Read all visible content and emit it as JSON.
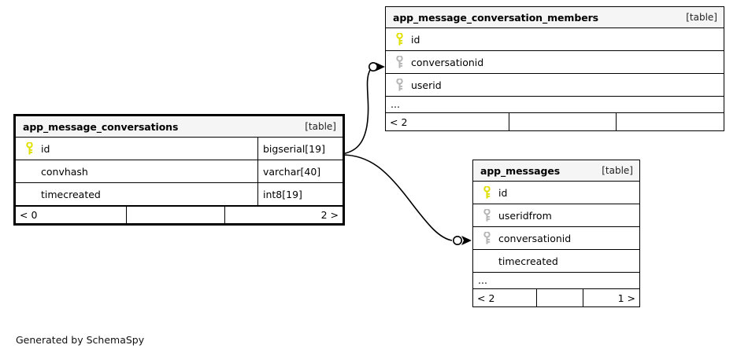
{
  "diagram": {
    "tool": "SchemaSpy",
    "credit": "Generated by SchemaSpy",
    "kind_label": "[table]",
    "ellipsis": "...",
    "colors": {
      "primary_key_icon": "#e8e800",
      "foreign_key_icon": "#b0b0b0",
      "header_background": "#f5f5f5",
      "border": "#000000",
      "background": "#ffffff",
      "edge": "#000000"
    },
    "icons": {
      "primary_key": "key-icon",
      "foreign_key": "key-icon"
    }
  },
  "tables": [
    {
      "id": "app_message_conversation_members",
      "name": "app_message_conversation_members",
      "kind": "[table]",
      "emphasized": false,
      "columns": [
        {
          "name": "id",
          "key": "primary",
          "type": ""
        },
        {
          "name": "conversationid",
          "key": "foreign",
          "type": ""
        },
        {
          "name": "userid",
          "key": "foreign",
          "type": ""
        }
      ],
      "has_more": true,
      "footer": [
        {
          "text": "< 2",
          "align": "left"
        },
        {
          "text": "",
          "align": "left"
        },
        {
          "text": "",
          "align": "right"
        }
      ]
    },
    {
      "id": "app_message_conversations",
      "name": "app_message_conversations",
      "kind": "[table]",
      "emphasized": true,
      "columns": [
        {
          "name": "id",
          "key": "primary",
          "type": "bigserial[19]"
        },
        {
          "name": "convhash",
          "key": "none",
          "type": "varchar[40]"
        },
        {
          "name": "timecreated",
          "key": "none",
          "type": "int8[19]"
        }
      ],
      "has_more": false,
      "footer": [
        {
          "text": "< 0",
          "align": "left"
        },
        {
          "text": "",
          "align": "left"
        },
        {
          "text": "2 >",
          "align": "right"
        }
      ]
    },
    {
      "id": "app_messages",
      "name": "app_messages",
      "kind": "[table]",
      "emphasized": false,
      "columns": [
        {
          "name": "id",
          "key": "primary",
          "type": ""
        },
        {
          "name": "useridfrom",
          "key": "foreign",
          "type": ""
        },
        {
          "name": "conversationid",
          "key": "foreign",
          "type": ""
        },
        {
          "name": "timecreated",
          "key": "none",
          "type": ""
        }
      ],
      "has_more": true,
      "footer": [
        {
          "text": "< 2",
          "align": "left"
        },
        {
          "text": "",
          "align": "left"
        },
        {
          "text": "1 >",
          "align": "right"
        }
      ]
    }
  ],
  "relationships": [
    {
      "from_table": "app_message_conversations",
      "from_column": "id",
      "to_table": "app_message_conversation_members",
      "to_column": "conversationid",
      "cardinality": "zero-or-many"
    },
    {
      "from_table": "app_message_conversations",
      "from_column": "id",
      "to_table": "app_messages",
      "to_column": "conversationid",
      "cardinality": "zero-or-many"
    }
  ]
}
